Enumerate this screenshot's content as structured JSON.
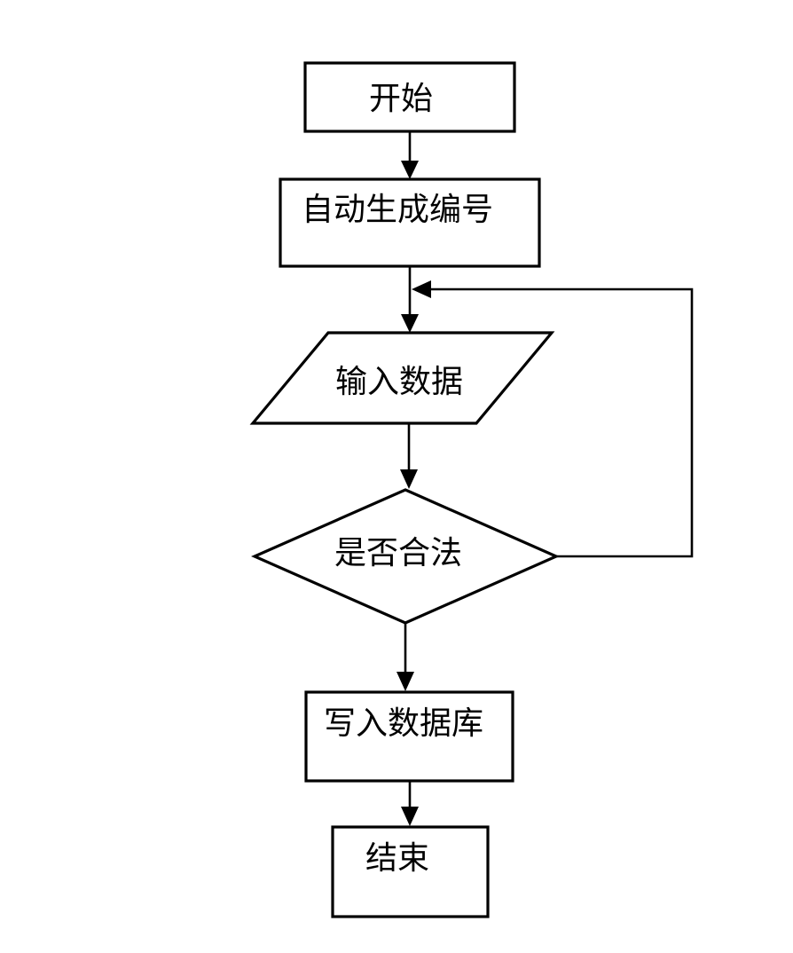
{
  "diagram": {
    "kind": "flowchart",
    "background_color": "#ffffff",
    "line_color": "#000000",
    "text_color": "#000000",
    "nodes": [
      {
        "id": "start",
        "label": "开始",
        "shape": "rectangle"
      },
      {
        "id": "auto-number",
        "label": "自动生成编号",
        "shape": "rectangle"
      },
      {
        "id": "input-data",
        "label": "输入数据",
        "shape": "parallelogram"
      },
      {
        "id": "is-valid",
        "label": "是否合法",
        "shape": "diamond"
      },
      {
        "id": "write-database",
        "label": "写入数据库",
        "shape": "rectangle"
      },
      {
        "id": "end",
        "label": "结束",
        "shape": "rectangle"
      }
    ],
    "edges": [
      {
        "from": "start",
        "to": "auto-number",
        "style": "arrow-down"
      },
      {
        "from": "auto-number",
        "to": "input-data",
        "style": "arrow-down"
      },
      {
        "from": "input-data",
        "to": "is-valid",
        "style": "arrow-down"
      },
      {
        "from": "is-valid",
        "to": "write-database",
        "style": "arrow-down"
      },
      {
        "from": "write-database",
        "to": "end",
        "style": "arrow-down"
      },
      {
        "from": "is-valid",
        "to": "input-data",
        "style": "loop-back-right"
      }
    ]
  }
}
